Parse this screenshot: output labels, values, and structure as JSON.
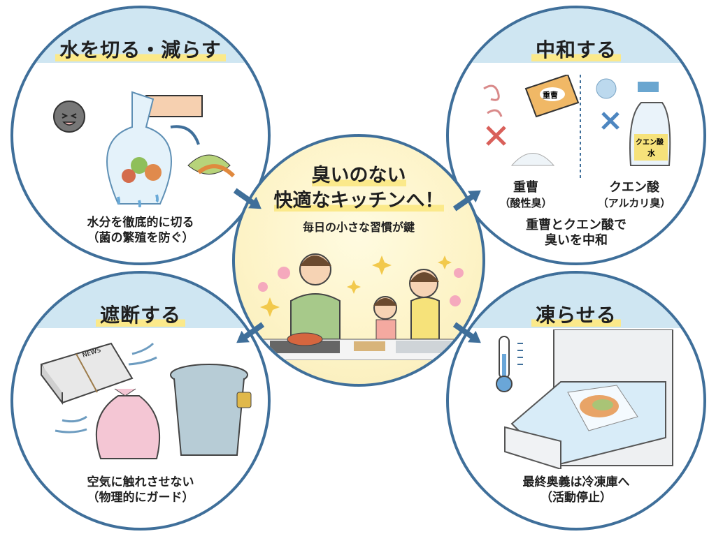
{
  "center": {
    "title_line1": "臭いのない",
    "title_line2": "快適なキッチンへ！",
    "subtitle": "毎日の小さな習慣が鍵"
  },
  "sections": {
    "top_left": {
      "title": "水を切る・減らす",
      "caption_line1": "水分を徹底的に切る",
      "caption_line2": "（菌の繁殖を防ぐ）"
    },
    "top_right": {
      "title": "中和する",
      "box_label": "重曹",
      "bottle_label_line1": "クエン酸",
      "bottle_label_line2": "水",
      "left_label": "重曹",
      "left_sublabel": "（酸性臭）",
      "right_label": "クエン酸",
      "right_sublabel": "（アルカリ臭）",
      "caption_line1": "重曹とクエン酸で",
      "caption_line2": "臭いを中和"
    },
    "bottom_left": {
      "title": "遮断する",
      "newspaper_text": "NEWS",
      "caption_line1": "空気に触れさせない",
      "caption_line2": "（物理的にガード）"
    },
    "bottom_right": {
      "title": "凍らせる",
      "caption_line1": "最終奥義は冷凍庫へ",
      "caption_line2": "（活動停止）"
    }
  },
  "colors": {
    "circle_border": "#3f6f9a",
    "title_band": "#cfe6f2",
    "highlight": "#fbe98a",
    "center_bg": "#fdf3c6",
    "arrow": "#3f6f9a",
    "cross_red": "#d9605a",
    "cross_blue": "#4d86c0"
  }
}
